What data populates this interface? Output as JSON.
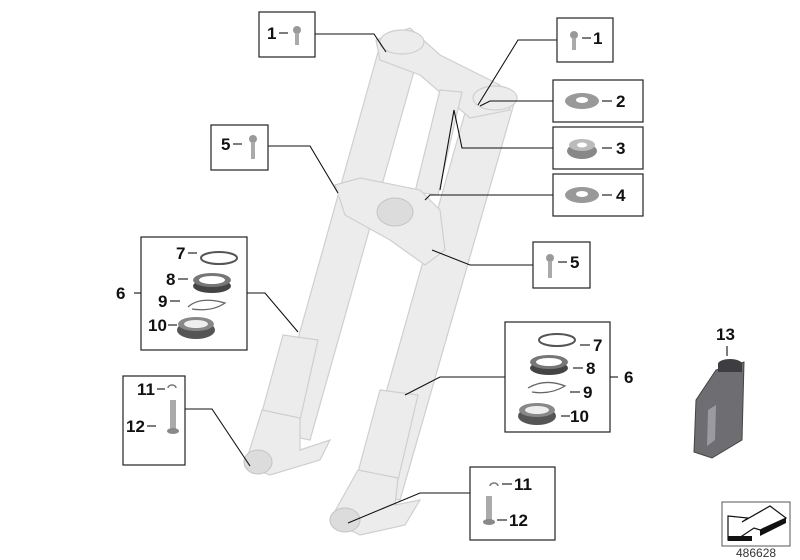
{
  "diagram": {
    "callouts": {
      "top_left_bolt": "1",
      "top_right_bolt": "1",
      "washer_upper": "2",
      "bearing": "3",
      "washer_lower": "4",
      "left_clamp_bolt": "5",
      "right_clamp_bolt": "5",
      "left_seal_kit": "6",
      "left_ring": "7",
      "left_seal": "8",
      "left_circlip": "9",
      "left_dust_cap": "10",
      "right_seal_kit": "6",
      "right_ring": "7",
      "right_seal": "8",
      "right_circlip": "9",
      "right_dust_cap": "10",
      "left_clip": "11",
      "left_pin": "12",
      "right_clip": "11",
      "right_pin": "12",
      "oil_bottle": "13"
    },
    "reference_number": "486628",
    "icons": {
      "nav": "arrow-return-icon",
      "bottle": "oil-bottle-icon",
      "bolt": "bolt-icon"
    }
  }
}
